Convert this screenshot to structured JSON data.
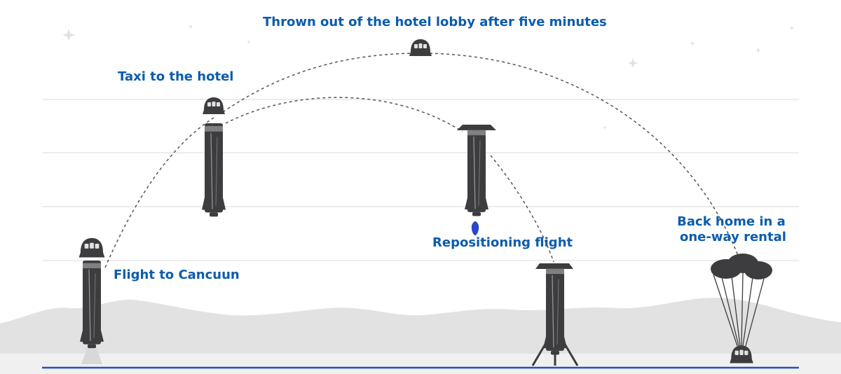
{
  "colors": {
    "label": "#0b5cad",
    "vehicle": "#3d3d40",
    "ground_line": "#2551b7",
    "mountains": "#e2e2e2",
    "guide_lines": "#e6e6e6",
    "trajectory": "#555555",
    "flame_blue": "#2847c9"
  },
  "labels": {
    "flight_to_cancun": "Flight to Cancuun",
    "taxi": "Taxi to the hotel",
    "thrown_out": "Thrown out of the hotel lobby after five minutes",
    "repositioning": "Repositioning flight",
    "back_home_line1": "Back home in a",
    "back_home_line2": "one-way rental"
  },
  "icons": {
    "sparkle": "sparkle-icon",
    "capsule": "capsule-icon",
    "booster": "booster-icon",
    "parachute": "parachute-icon"
  }
}
